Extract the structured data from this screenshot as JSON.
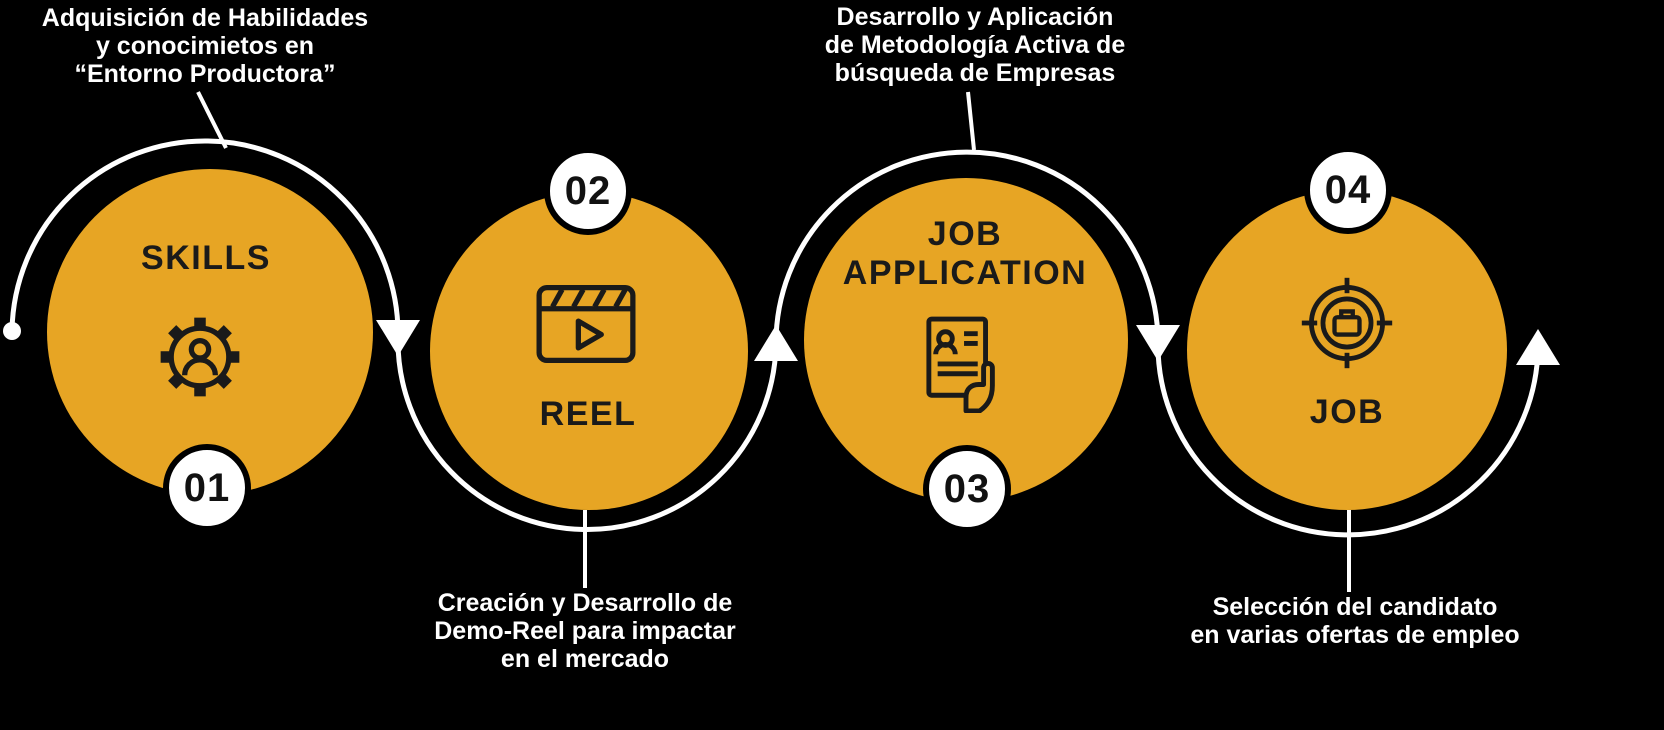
{
  "colors": {
    "background": "#000000",
    "accent": "#E7A524",
    "ink": "#1A1A1A",
    "line": "#FFFFFF"
  },
  "steps": [
    {
      "number": "01",
      "title": "SKILLS",
      "icon": "gear-person-icon",
      "note_lines": [
        "Adquisición de Habilidades",
        "y conocimietos en",
        "“Entorno Productora”"
      ]
    },
    {
      "number": "02",
      "title": "REEL",
      "icon": "clapperboard-icon",
      "note_lines": [
        "Creación y Desarrollo de",
        "Demo-Reel para impactar",
        "en el mercado"
      ]
    },
    {
      "number": "03",
      "title": "JOB APPLICATION",
      "icon": "resume-hand-icon",
      "note_lines": [
        "Desarrollo y Aplicación",
        "de Metodología Activa de",
        "búsqueda de Empresas"
      ]
    },
    {
      "number": "04",
      "title": "JOB",
      "icon": "target-briefcase-icon",
      "note_lines": [
        "Selección del candidato",
        "en varias ofertas de empleo"
      ]
    }
  ]
}
